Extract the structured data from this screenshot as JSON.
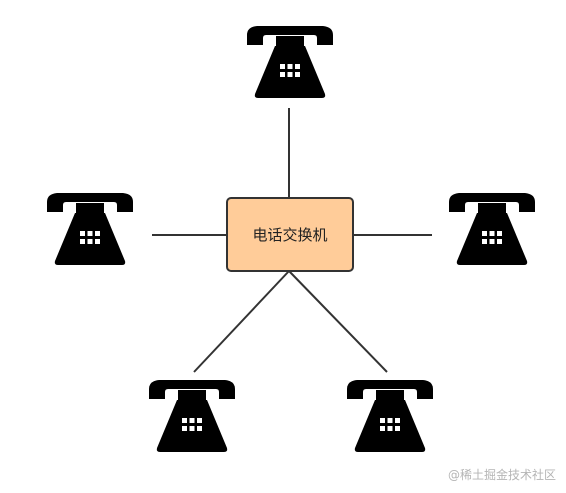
{
  "switch": {
    "label": "电话交换机",
    "fill_color": "#FFCC99",
    "border_color": "#333333"
  },
  "phones": [
    {
      "name": "phone-top",
      "icon": "telephone-icon"
    },
    {
      "name": "phone-left",
      "icon": "telephone-icon"
    },
    {
      "name": "phone-right",
      "icon": "telephone-icon"
    },
    {
      "name": "phone-bottom-left",
      "icon": "telephone-icon"
    },
    {
      "name": "phone-bottom-right",
      "icon": "telephone-icon"
    }
  ],
  "line_color": "#333333",
  "phone_color": "#000000",
  "watermark": "@稀土掘金技术社区"
}
